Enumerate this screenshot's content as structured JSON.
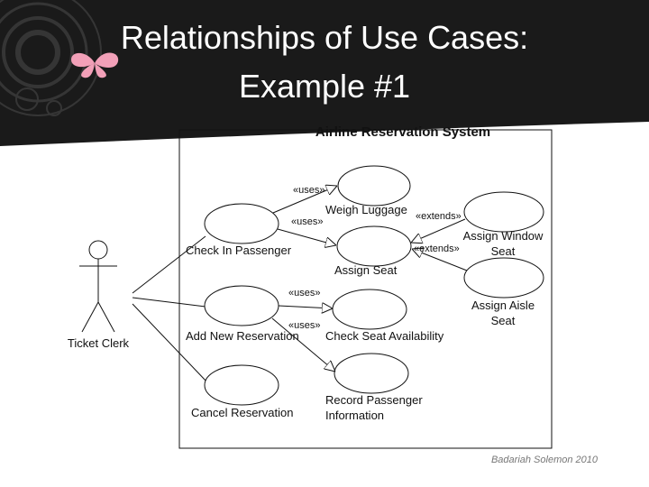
{
  "slide": {
    "title_line1": "Relationships of Use Cases:",
    "title_line2": "Example #1",
    "footer": "Badariah Solemon 2010"
  },
  "diagram": {
    "system_name": "Airline Reservation System",
    "actor": "Ticket Clerk",
    "use_cases": {
      "check_in_passenger": "Check In Passenger",
      "weigh_luggage": "Weigh Luggage",
      "assign_seat": "Assign Seat",
      "assign_window_seat_1": "Assign Window",
      "assign_window_seat_2": "Seat",
      "assign_aisle_seat_1": "Assign Aisle",
      "assign_aisle_seat_2": "Seat",
      "add_new_reservation": "Add New Reservation",
      "check_seat_availability": "Check Seat Availability",
      "cancel_reservation": "Cancel Reservation",
      "record_passenger_info_1": "Record Passenger",
      "record_passenger_info_2": "Information"
    },
    "stereotypes": {
      "uses": "«uses»",
      "extends": "«extends»"
    }
  },
  "colors": {
    "header_bg": "#1a1a1a",
    "butterfly": "#f2a0b8",
    "line": "#111111"
  }
}
